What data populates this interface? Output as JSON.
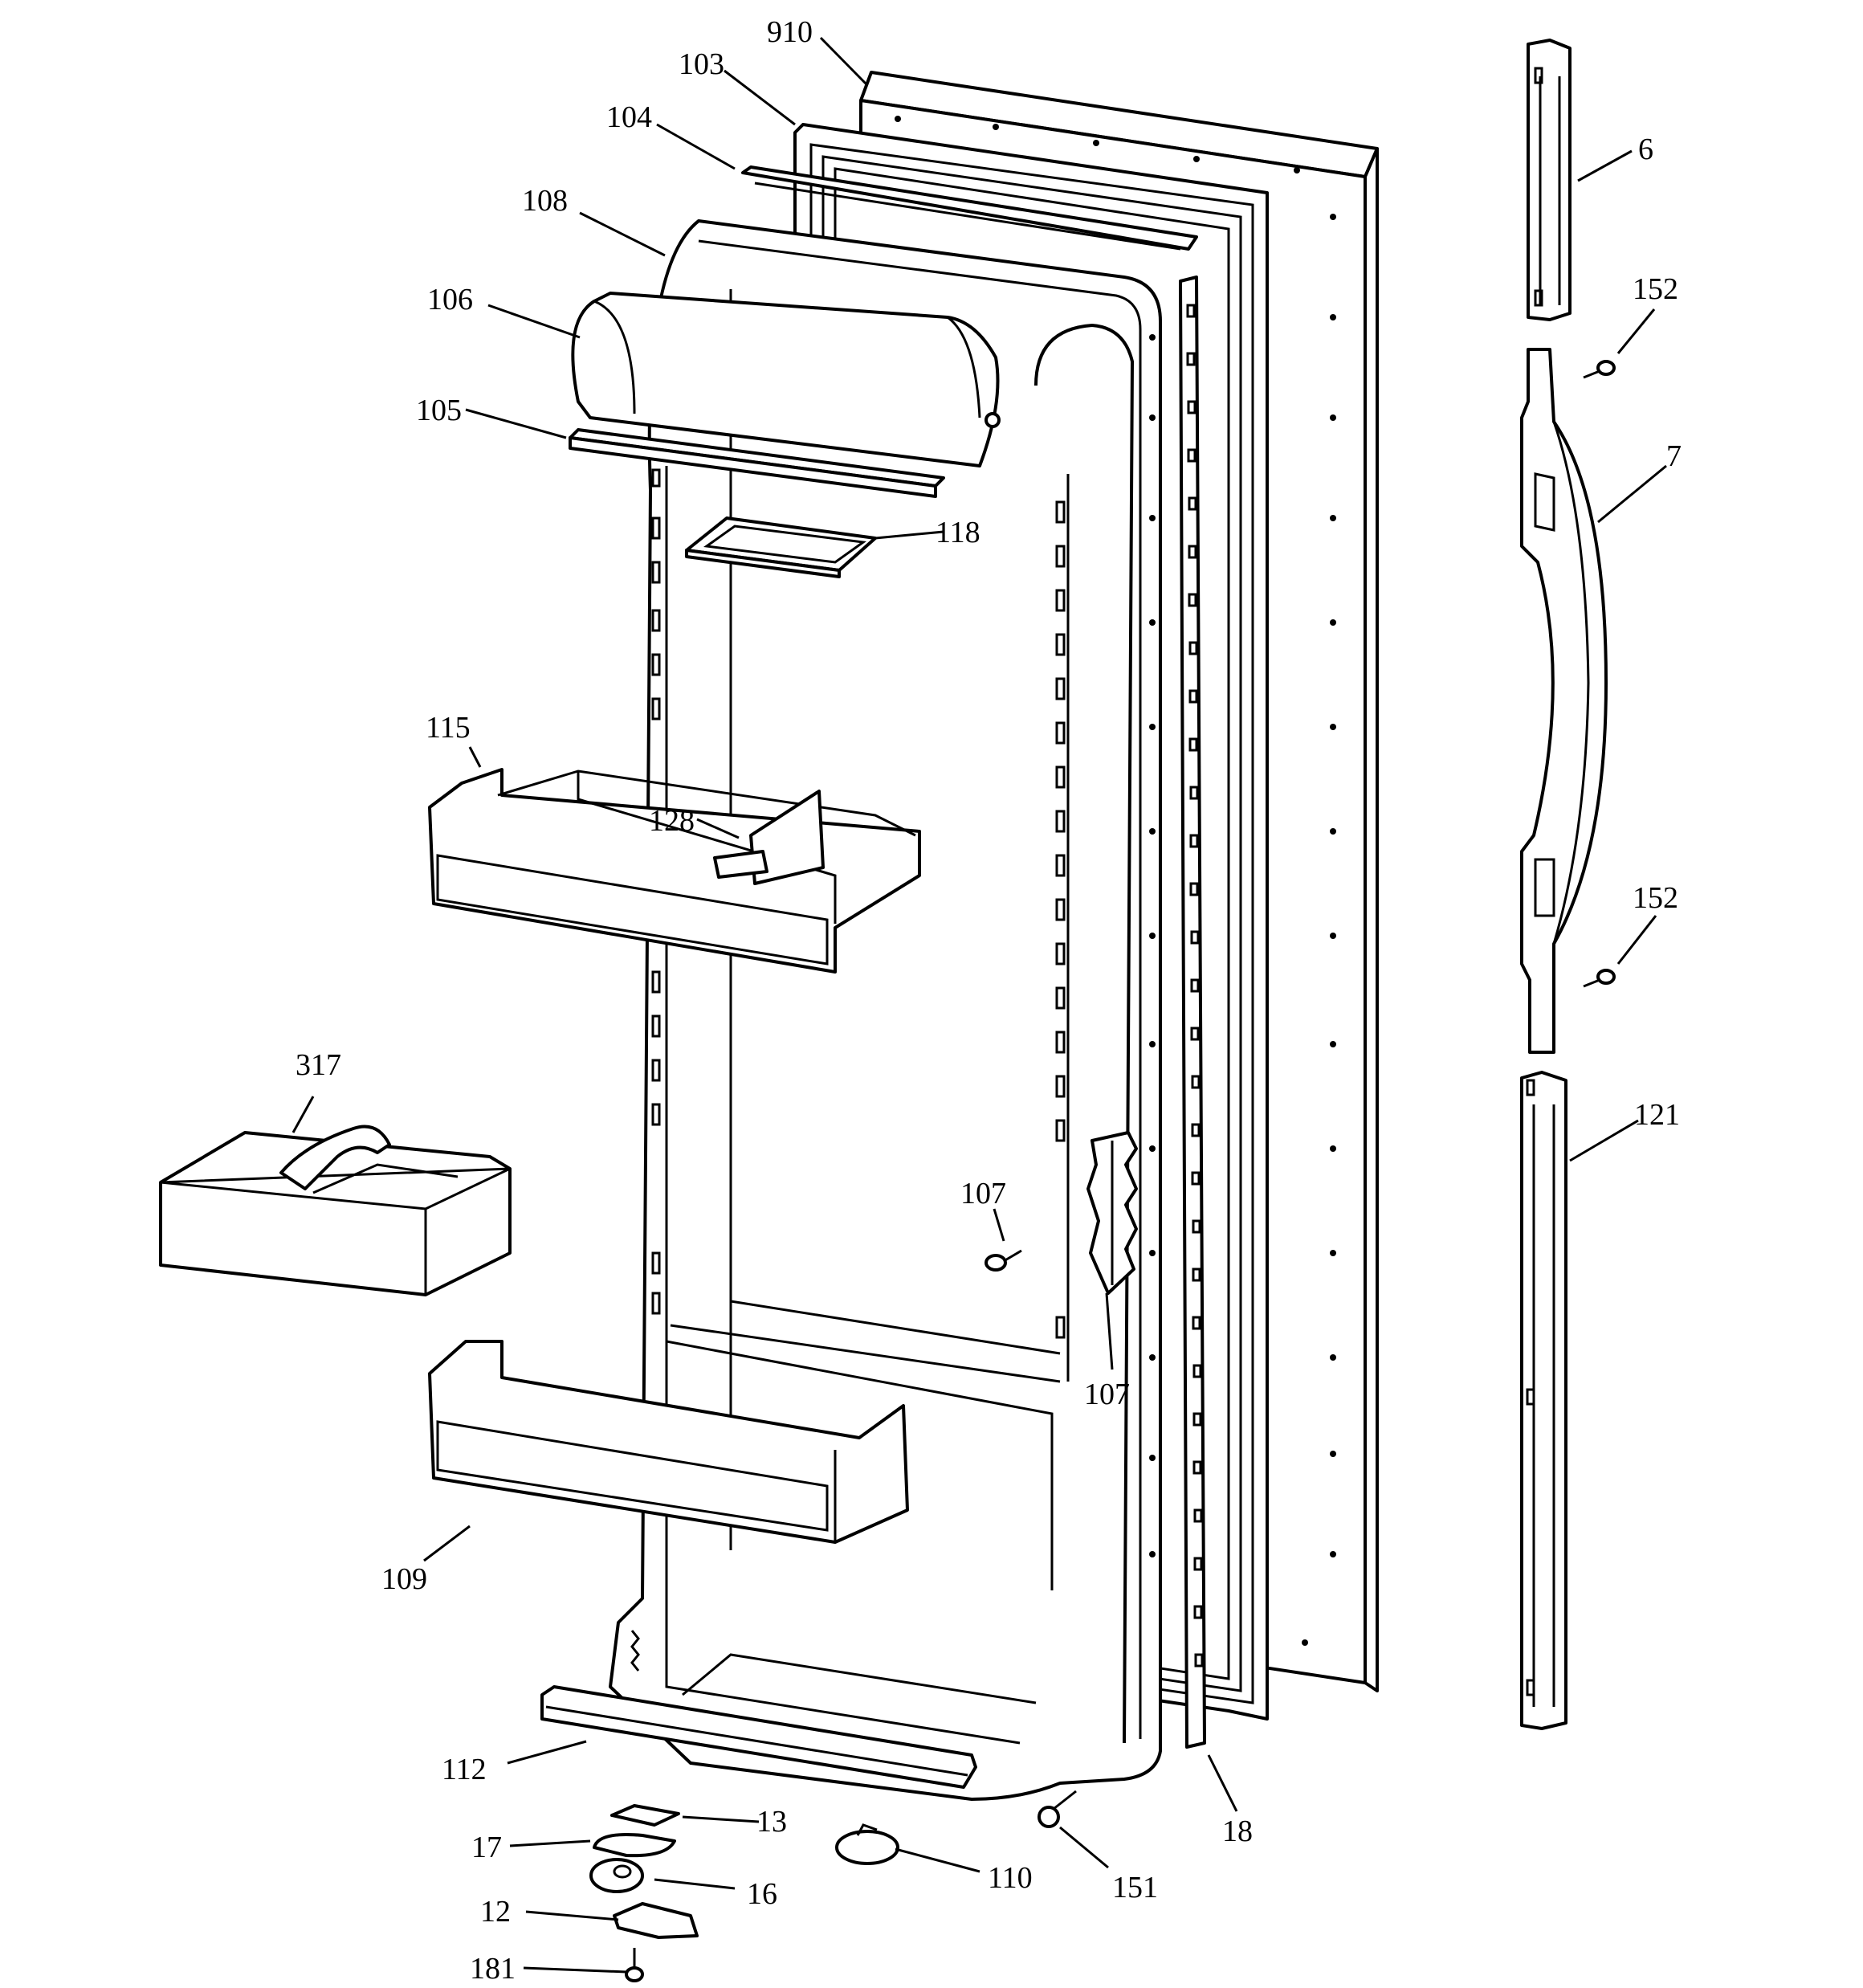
{
  "callouts": {
    "c910": "910",
    "c103": "103",
    "c104": "104",
    "c108": "108",
    "c106": "106",
    "c105": "105",
    "c118": "118",
    "c115": "115",
    "c128": "128",
    "c317": "317",
    "c107a": "107",
    "c107b": "107",
    "c109": "109",
    "c112": "112",
    "c13": "13",
    "c17": "17",
    "c16": "16",
    "c12": "12",
    "c181": "181",
    "c110": "110",
    "c151": "151",
    "c18": "18",
    "c6": "6",
    "c152a": "152",
    "c7": "7",
    "c152b": "152",
    "c121": "121"
  }
}
